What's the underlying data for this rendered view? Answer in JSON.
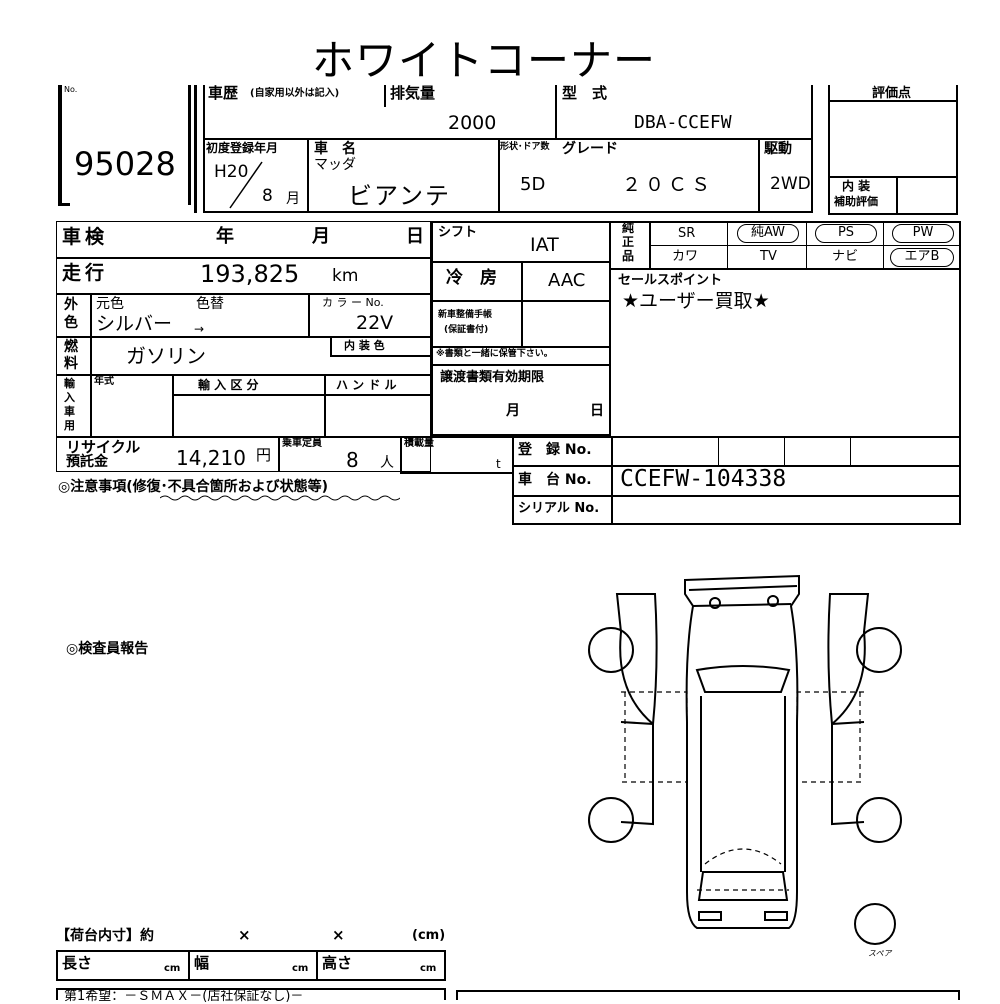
{
  "header": {
    "title": "ホワイトコーナー"
  },
  "lot": {
    "no_label": "No.",
    "number": "95028"
  },
  "history": {
    "label": "車歴",
    "note": "(自家用以外は記入)",
    "displacement_label": "排気量",
    "displacement": "2000",
    "model_label": "型　式",
    "model": "DBA-CCEFW"
  },
  "registration": {
    "first_reg_label": "初度登録年月",
    "era_year": "H20",
    "month": "8",
    "month_unit": "月",
    "car_name_label": "車　名",
    "maker": "マッダ",
    "car_name": "ビアンテ",
    "body_label": "形状･ドア数",
    "doors": "5D",
    "grade_label": "グレード",
    "grade": "２０ＣＳ",
    "drive_label": "駆動",
    "drive": "2WD"
  },
  "score": {
    "label": "評価点",
    "interior_label_1": "内 装",
    "interior_label_2": "補助評価"
  },
  "inspection": {
    "label": "車検",
    "year_unit": "年",
    "month_unit": "月",
    "day_unit": "日",
    "shift_label": "シフト",
    "shift": "IAT"
  },
  "mileage": {
    "label": "走行",
    "value": "193,825",
    "unit": "km",
    "ac_label": "冷　房",
    "ac": "AAC"
  },
  "color": {
    "label_1": "外",
    "label_2": "色",
    "original_label": "元色",
    "changed_label": "色替",
    "color_no_label": "カ ラ ー No.",
    "value": "シルバー",
    "arrow": "→",
    "color_no": "22V"
  },
  "fuel": {
    "label_1": "燃",
    "label_2": "料",
    "value": "ガソリン",
    "interior_color_label": "内 装 色"
  },
  "maintenance": {
    "label_1": "新車整備手帳",
    "label_2": "(保証書付)",
    "note": "※書類と一緒に保管下さい。"
  },
  "transfer": {
    "label": "譲渡書類有効期限",
    "month_unit": "月",
    "day_unit": "日"
  },
  "import": {
    "label_chars": [
      "輸",
      "入",
      "車",
      "用"
    ],
    "year_label": "年式",
    "type_label": "輸 入 区 分",
    "handle_label": "ハ ン ド ル"
  },
  "recycle": {
    "label_1": "リサイクル",
    "label_2": "預託金",
    "value": "14,210",
    "unit": "円",
    "capacity_label": "乗車定員",
    "capacity": "8",
    "capacity_unit": "人",
    "load_label": "積載量",
    "load_unit": "t"
  },
  "caution": {
    "label": "◎注意事項(修復･不具合箇所および状態等)"
  },
  "equipment": {
    "label_1": "純",
    "label_2": "正",
    "label_3": "品",
    "items_row1": [
      "SR",
      "純AW",
      "PS",
      "PW"
    ],
    "items_row2": [
      "カワ",
      "TV",
      "ナビ",
      "エアB"
    ]
  },
  "sales_point": {
    "label": "セールスポイント",
    "text": "★ユーザー買取★"
  },
  "plates": {
    "reg_label": "登　録 No.",
    "chassis_label": "車　台 No.",
    "chassis": "CCEFW-104338",
    "serial_label": "シリアル No."
  },
  "inspector": {
    "label": "◎検査員報告"
  },
  "cargo": {
    "label": "【荷台内寸】約",
    "times_1": "×",
    "times_2": "×",
    "unit": "(cm)",
    "length_label": "長さ",
    "width_label": "幅",
    "height_label": "高さ",
    "cm": "cm",
    "bottom_text": "第1希望：－ＳＭＡＸ－(店社保証なし)－"
  },
  "diagram": {
    "spare_label": "スペア"
  }
}
